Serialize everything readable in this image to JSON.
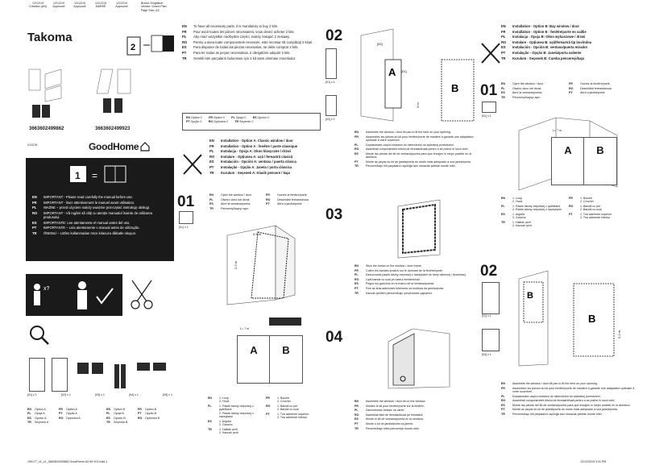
{
  "header": {
    "dates": [
      {
        "date": "12/12/19",
        "role": "Création (AN)"
      },
      {
        "date": "12/12/19",
        "role": "Approuvé"
      },
      {
        "date": "12/12/19",
        "role": "Approuvé"
      },
      {
        "date": "12/12/19",
        "role": "MARKÉ"
      },
      {
        "date": "12/12/19",
        "role": "Approuvé"
      }
    ],
    "meta": [
      "Brand: Kingfisher",
      "Vendor: Grand Plan",
      "Page Size: A3"
    ]
  },
  "product": {
    "title": "Takoma",
    "ean1": "3663602499862",
    "ean2": "3663602499923",
    "version": "V11219",
    "brand": "GoodHome"
  },
  "important": [
    {
      "code": "EN",
      "text": "IMPORTANT - Please read carefully the manual before use."
    },
    {
      "code": "FR",
      "text": "IMPORTANT - lisez attentivement le manuel avant utilisation."
    },
    {
      "code": "PL",
      "text": "WAŻNE – przed użyciem należy uważnie przeczytać instrukcję obsługi."
    },
    {
      "code": "RO",
      "text": "IMPORTANT - Vă rugăm să citiți cu atenție manualul înainte de utilizarea produsului."
    },
    {
      "code": "ES",
      "text": "IMPORTANTE: Lee atentamente el manual antes del uso."
    },
    {
      "code": "PT",
      "text": "IMPORTANTE – Leia atentamente o manual antes de utilização."
    },
    {
      "code": "TR",
      "text": "ÖNEMLİ – Lütfen kullanmadan önce kılavuzu dikkatle okuyun."
    }
  ],
  "parts_labels": [
    "[01] x 1",
    "[02] x 1",
    "[03] x 1",
    "[04] x 1",
    "[05] x 1"
  ],
  "options_left": [
    {
      "code": "EN",
      "a": "Option A",
      "fr": "FR",
      "fra": "Option A"
    },
    {
      "code": "PL",
      "a": "Opcja A",
      "fr": "PT",
      "fra": "Opção A"
    },
    {
      "code": "ES",
      "a": "Opción A",
      "fr": "RO",
      "fra": "Opțiunea A"
    },
    {
      "code": "TR",
      "a": "Seçenek A",
      "fr": "",
      "fra": ""
    }
  ],
  "options_right": [
    {
      "code": "EN",
      "a": "Option B",
      "fr": "FR",
      "fra": "Option B"
    },
    {
      "code": "PL",
      "a": "Opcja B",
      "fr": "PT",
      "fra": "Opção B"
    },
    {
      "code": "ES",
      "a": "Opción B",
      "fr": "RO",
      "fra": "Opțiunea B"
    },
    {
      "code": "TR",
      "a": "Seçenek B",
      "fr": "",
      "fra": ""
    }
  ],
  "parts_notice": [
    {
      "code": "EN",
      "text": "To have all necessary parts, it is mandatory to buy 2 kits."
    },
    {
      "code": "FR",
      "text": "Pour avoir toutes les pièces nécessaires, vous devez acheter 2 kits."
    },
    {
      "code": "PL",
      "text": "Aby mieć wszystkie niezbędne części, należy zakupić 2 zestawy."
    },
    {
      "code": "RO",
      "text": "Pentru a avea toate componentele necesare, este necesar să cumpărați 2 kituri."
    },
    {
      "code": "ES",
      "text": "Para disponer de todas las piezas necesarias, se debe comprar 2 kits."
    },
    {
      "code": "PT",
      "text": "Para ter todas as peças necessárias, é obrigatório adquirir 2 kits."
    },
    {
      "code": "TR",
      "text": "Gerekli tüm parçaların bulunması için 2 kit satın alınması zorunludur."
    }
  ],
  "kit_options": {
    "row1": [
      [
        "EN",
        "Option C"
      ],
      [
        "FR",
        "Option C"
      ],
      [
        "PL",
        "Opcja C"
      ],
      [
        "ES",
        "Opción C"
      ]
    ],
    "row2": [
      [
        "PT",
        "Opção C"
      ],
      [
        "RO",
        "Opțiunea C"
      ],
      [
        "TR",
        "Seçenek C"
      ]
    ]
  },
  "optionA_title": [
    {
      "code": "EN",
      "text": "Installation - Option A: Classic window / door"
    },
    {
      "code": "FR",
      "text": "Installation - Option A : fenêtre / porte classique"
    },
    {
      "code": "PL",
      "text": "Instalacja - Opcja A: Okno klasyczne / drzwi"
    },
    {
      "code": "RO",
      "text": "Instalare - Opțiunea A: ușă / fereastră clasică"
    },
    {
      "code": "ES",
      "text": "Instalación - Opción A: ventana / puerta clásica"
    },
    {
      "code": "PT",
      "text": "Instalação - Opção A: Janela / porta clássica"
    },
    {
      "code": "TR",
      "text": "Kurulum - Seçenek A: Klasik pencere / kapı"
    }
  ],
  "open_window": {
    "left": [
      {
        "code": "EN",
        "text": "Open the window / door."
      },
      {
        "code": "PL",
        "text": "Otwórz okno lub drzwi."
      },
      {
        "code": "ES",
        "text": "Abre la ventana/puerta."
      },
      {
        "code": "TR",
        "text": "Pencereyi/kapıyı açın"
      }
    ],
    "right": [
      {
        "code": "FR",
        "text": "Ouvrez la fenêtre/porte."
      },
      {
        "code": "RO",
        "text": "Deschideți fereastra/ușa"
      },
      {
        "code": "PT",
        "text": "Abra a janela/porta"
      }
    ]
  },
  "steps": {
    "s01": "01",
    "s02": "02",
    "s03": "03",
    "s04": "04"
  },
  "dims": {
    "d1": "0.9 m",
    "d2": "2.2 m",
    "d3": "3 m",
    "lmax": "L= 7 m"
  },
  "step_labels": {
    "p01": "[01] x 1",
    "p02": "[02]",
    "p01b": "[01]",
    "p01c": "[01] x 1",
    "p02b": "[02] x 1",
    "p04": "[04]",
    "p04b": "[04] x 1"
  },
  "loop_hook_a": {
    "left": [
      {
        "code": "EN",
        "items": [
          "1. Loop",
          "2. Hook"
        ]
      },
      {
        "code": "PL",
        "items": [
          "1. Pasek taśmy rzepowej z pętelkami",
          "2. Pasek taśmy rzepowej z haczykami"
        ]
      },
      {
        "code": "ES",
        "items": [
          "1. Argolla",
          "2. Gancho"
        ]
      },
      {
        "code": "TR",
        "items": [
          "1. Halkalı şerit",
          "2. Kancalı şerit"
        ]
      }
    ],
    "right": [
      {
        "code": "FR",
        "items": [
          "1. Boucle",
          "2. Crochet"
        ]
      },
      {
        "code": "RO",
        "items": [
          "1. Bandă cu puf",
          "2. Bandă cu scai"
        ]
      },
      {
        "code": "PT",
        "items": [
          "1. Tira aderente superior",
          "2. Tira aderente inferior"
        ]
      }
    ]
  },
  "assemble": [
    {
      "code": "EN",
      "text": "Assemble the window / door kit pan to fit the best on your opening."
    },
    {
      "code": "FR",
      "text": "Assemblez les pièces du kit pour fenêtre/porte de manière à garantir une adaptation optimale à votre ouverture."
    },
    {
      "code": "PL",
      "text": "Dopasowaść części zestawu do okien/drzwi do wybranej przestrzeni."
    },
    {
      "code": "RO",
      "text": "Asamblați componentele kitului de fereastră/ușă pentru a se potrivi în locul dorit."
    },
    {
      "code": "ES",
      "text": "Monte las piezas del kit de ventana/puerta para que encajen lo mejor posible en la abertura."
    },
    {
      "code": "PT",
      "text": "Monte as peças do kit de janela/porta do modo mais adequado à sua janela/porta."
    },
    {
      "code": "TR",
      "text": "Pencere/kapı kiti parçalarını açıklığa tam oturacak şekilde monte edin."
    }
  ],
  "stick_hooks": [
    {
      "code": "EN",
      "text": "Stick the hooks on the window / door frame."
    },
    {
      "code": "FR",
      "text": "Collez les bandes scratch sur le dormant de la fenêtre/porte."
    },
    {
      "code": "PL",
      "text": "Zamocować pasek taśmy rzepowej z haczykami do ramy okiennej / drzwiowej."
    },
    {
      "code": "RO",
      "text": "Lipiți banda cu scai pe cadrul ferestrei/ușii."
    },
    {
      "code": "ES",
      "text": "Pegue los ganchos en el marco de la ventana/puerta."
    },
    {
      "code": "PT",
      "text": "Fixe as tiras aderentes inferiores na moldura da janela/porta."
    },
    {
      "code": "TR",
      "text": "Kancalı şeritleri pencere/kapı çerçevesine yapıştırın."
    }
  ],
  "assemble_frame": [
    {
      "code": "EN",
      "text": "Assemble the window / door kit on the window."
    },
    {
      "code": "FR",
      "text": "Montez le kit pour fenêtre/porte sur la fenêtre."
    },
    {
      "code": "PL",
      "text": "Zamontować zestaw na oknie."
    },
    {
      "code": "RO",
      "text": "Asamblați kitul de fereastră/ușă pe fereastră."
    },
    {
      "code": "ES",
      "text": "Monte el kit de ventana/puerta en la ventana."
    },
    {
      "code": "PT",
      "text": "Monte o kit de janela/porta na janela."
    },
    {
      "code": "TR",
      "text": "Pencere/kapı kitini pencereye monte edin."
    }
  ],
  "optionB_title": [
    {
      "code": "EN",
      "text": "Installation - Option B: Bay window / door"
    },
    {
      "code": "FR",
      "text": "Installation - Option B : fenêtre/porte en saillie"
    },
    {
      "code": "PL",
      "text": "Instalacja - Opcja B: Okno wykuszowe / drzwi"
    },
    {
      "code": "RO",
      "text": "Instalare - Opțiunea B: ușă/fereastră tip bovindou"
    },
    {
      "code": "ES",
      "text": "Instalación - Opción B: ventana/puerta mirador"
    },
    {
      "code": "PT",
      "text": "Instalação - Opção B: Janela/porta saliente"
    },
    {
      "code": "TR",
      "text": "Kurulum - Seçenek B: Cumba pencereşi/kapı"
    }
  ],
  "open_window_b": {
    "left": [
      {
        "code": "EN",
        "text": "Open the window / door."
      },
      {
        "code": "PL",
        "text": "Otwórz okno lub drzwi."
      },
      {
        "code": "ES",
        "text": "Abre la ventana/puerta."
      },
      {
        "code": "TR",
        "text": "Pencereyi/kapıyı açın"
      }
    ],
    "right": [
      {
        "code": "FR",
        "text": "Ouvrez la fenêtre/porte."
      },
      {
        "code": "RO",
        "text": "Deschideți fereastra/ușa"
      },
      {
        "code": "PT",
        "text": "Abra a janela/porta"
      }
    ]
  },
  "loop_hook_b": {
    "left": [
      {
        "code": "EN",
        "items": [
          "1. Loop",
          "2. Hook"
        ]
      },
      {
        "code": "PL",
        "items": [
          "1. Pasek taśmy rzepowej z pętelkami",
          "2. Pasek taśmy rzepowej z haczykami"
        ]
      },
      {
        "code": "ES",
        "items": [
          "1. Argolla",
          "2. Gancho"
        ]
      },
      {
        "code": "TR",
        "items": [
          "1. Halkalı şerit",
          "2. Kancalı şerit"
        ]
      }
    ],
    "right": [
      {
        "code": "FR",
        "items": [
          "1. Boucle",
          "2. Crochet"
        ]
      },
      {
        "code": "RO",
        "items": [
          "1. Bandă cu puf",
          "2. Bandă cu scai"
        ]
      },
      {
        "code": "PT",
        "items": [
          "1. Tira aderente superior",
          "2. Tira aderente inferior"
        ]
      }
    ]
  },
  "assemble_b": [
    {
      "code": "EN",
      "text": "Assemble the window / door kit pan to fit the best on your opening."
    },
    {
      "code": "FR",
      "text": "Assemblez les pièces du kit pour fenêtre/porte de manière à garantir une adaptation optimale à votre ouverture."
    },
    {
      "code": "PL",
      "text": "Dopasowaść części zestawu do okien/drzwi do wybranej przestrzeni."
    },
    {
      "code": "RO",
      "text": "Asamblați componentele kitului de fereastră/ușă pentru a se potrivi în locul dorit."
    },
    {
      "code": "ES",
      "text": "Monte las piezas del kit de ventana/puerta para que encajen lo mejor posible en la abertura."
    },
    {
      "code": "PT",
      "text": "Monte as peças do kit de janela/porta do modo mais adequado à sua janela/porta."
    },
    {
      "code": "TR",
      "text": "Pencere/kapı kiti parçalarını açıklığa tam oturacak şekilde monte edin."
    }
  ],
  "footer": {
    "left": "190177_v1_v1_3660602499862 GoodHome A3 IM V01.indd 1",
    "right": "12/12/2019 3:31 PM"
  },
  "colors": {
    "ink": "#1a1a1a",
    "line": "#555555",
    "hatch": "#2a2a2a"
  }
}
